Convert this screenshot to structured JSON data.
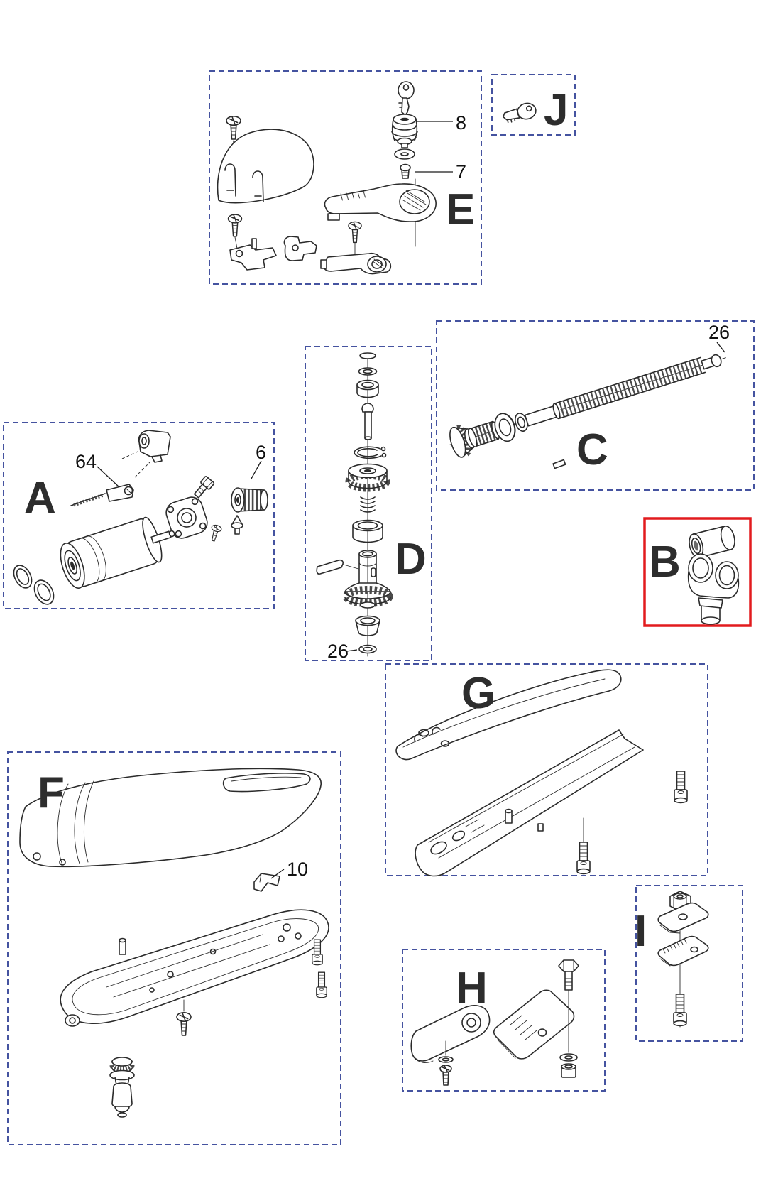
{
  "palette": {
    "box_border": "#4553a0",
    "highlight_border": "#e21b1e",
    "line_art": "#2b2b2b",
    "label_text": "#111111",
    "background": "#ffffff"
  },
  "sections": [
    {
      "id": "E",
      "label": "E"
    },
    {
      "id": "J",
      "label": "J"
    },
    {
      "id": "A",
      "label": "A"
    },
    {
      "id": "D",
      "label": "D"
    },
    {
      "id": "C",
      "label": "C"
    },
    {
      "id": "B",
      "label": "B",
      "highlighted": true
    },
    {
      "id": "G",
      "label": "G"
    },
    {
      "id": "F",
      "label": "F"
    },
    {
      "id": "H",
      "label": "H"
    },
    {
      "id": "I",
      "label": "I"
    }
  ],
  "part_labels": [
    {
      "section": "E",
      "text": "8"
    },
    {
      "section": "E",
      "text": "7"
    },
    {
      "section": "C",
      "text": "26"
    },
    {
      "section": "A",
      "text": "64"
    },
    {
      "section": "A",
      "text": "6"
    },
    {
      "section": "D",
      "text": "26"
    },
    {
      "section": "F",
      "text": "10"
    }
  ]
}
